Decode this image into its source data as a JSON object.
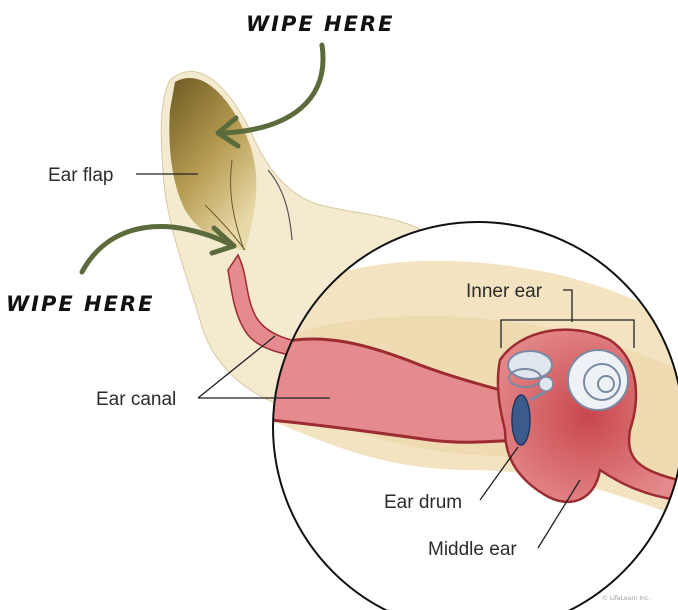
{
  "annotations": {
    "wipe_top": "WIPE HERE",
    "wipe_left": "WIPE HERE"
  },
  "labels": {
    "ear_flap": "Ear flap",
    "ear_canal": "Ear canal",
    "inner_ear": "Inner ear",
    "ear_drum": "Ear drum",
    "middle_ear": "Middle ear"
  },
  "copyright": "© LifeLearn Inc.",
  "colors": {
    "arrow": "#5b6b3c",
    "skin": "#f1e6c6",
    "canal": "#e58b8d",
    "canal_outline": "#9c2b32",
    "flap_dirt": "#7f6a2e"
  }
}
